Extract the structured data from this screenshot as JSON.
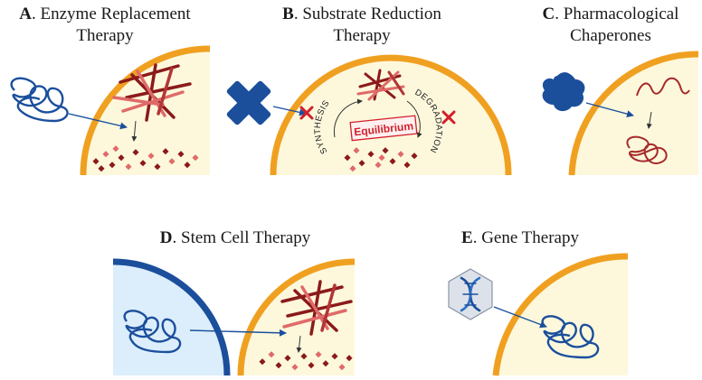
{
  "panels": {
    "a": {
      "letter": "A",
      "title_line1": ". Enzyme Replacement",
      "title_line2": "Therapy"
    },
    "b": {
      "letter": "B",
      "title_line1": ". Substrate Reduction",
      "title_line2": "Therapy",
      "synthesis": "SYNTHESIS",
      "degradation": "DEGRADATION",
      "equilibrium": "Equilibrium"
    },
    "c": {
      "letter": "C",
      "title_line1": ". Pharmacological",
      "title_line2": "Chaperones"
    },
    "d": {
      "letter": "D",
      "title_line1": ". Stem Cell Therapy"
    },
    "e": {
      "letter": "E",
      "title_line1": ". Gene Therapy"
    }
  },
  "colors": {
    "membrane": "#f0a020",
    "cytoplasm": "#fdf8dc",
    "enzyme_blue": "#1b4f9c",
    "stem_cell_fill": "#dceefb",
    "substrate_dark": "#8b1a1a",
    "substrate_light": "#e06a6a",
    "inhibit_red": "#d21f2b"
  }
}
